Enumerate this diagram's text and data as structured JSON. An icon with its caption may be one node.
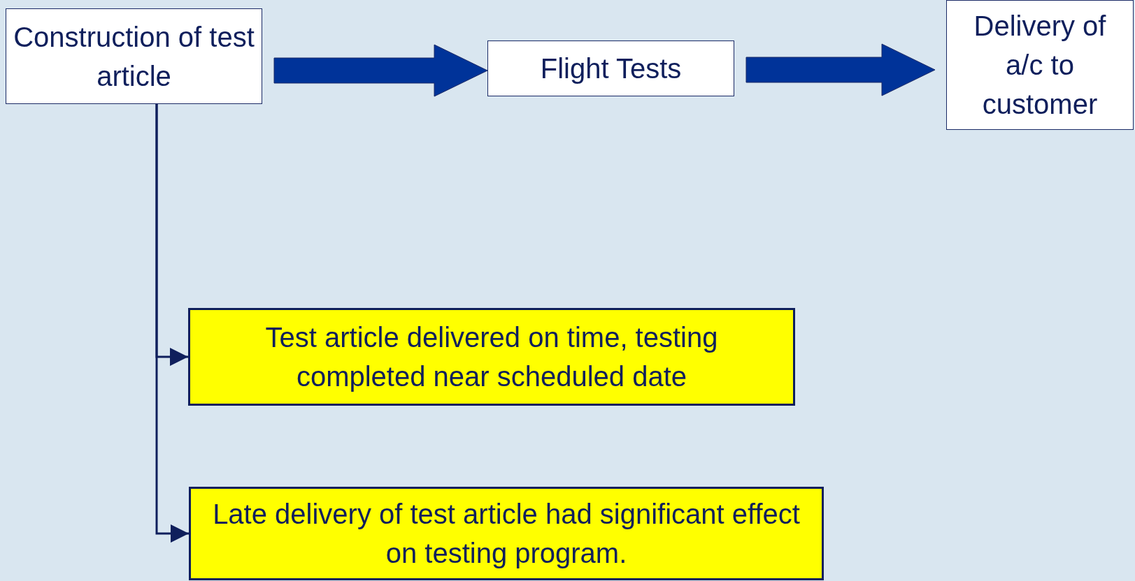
{
  "diagram": {
    "nodes": [
      {
        "text": [
          "Construction of test article"
        ]
      },
      {
        "text": [
          "Flight Tests"
        ]
      },
      {
        "text": [
          "Delivery of a/c to customer"
        ]
      },
      {
        "text": [
          "Test article delivered on time, testing completed near scheduled date"
        ]
      },
      {
        "text": [
          "Late delivery of test article had significant effect on testing program."
        ]
      }
    ],
    "edges": [
      {
        "from": 0,
        "to": 1,
        "arrow": "to",
        "style": "thick"
      },
      {
        "from": 1,
        "to": 2,
        "arrow": "to",
        "style": "thick"
      },
      {
        "from": 0,
        "to": 3,
        "arrow": "to"
      },
      {
        "from": 0,
        "to": 4,
        "arrow": "to"
      }
    ]
  }
}
